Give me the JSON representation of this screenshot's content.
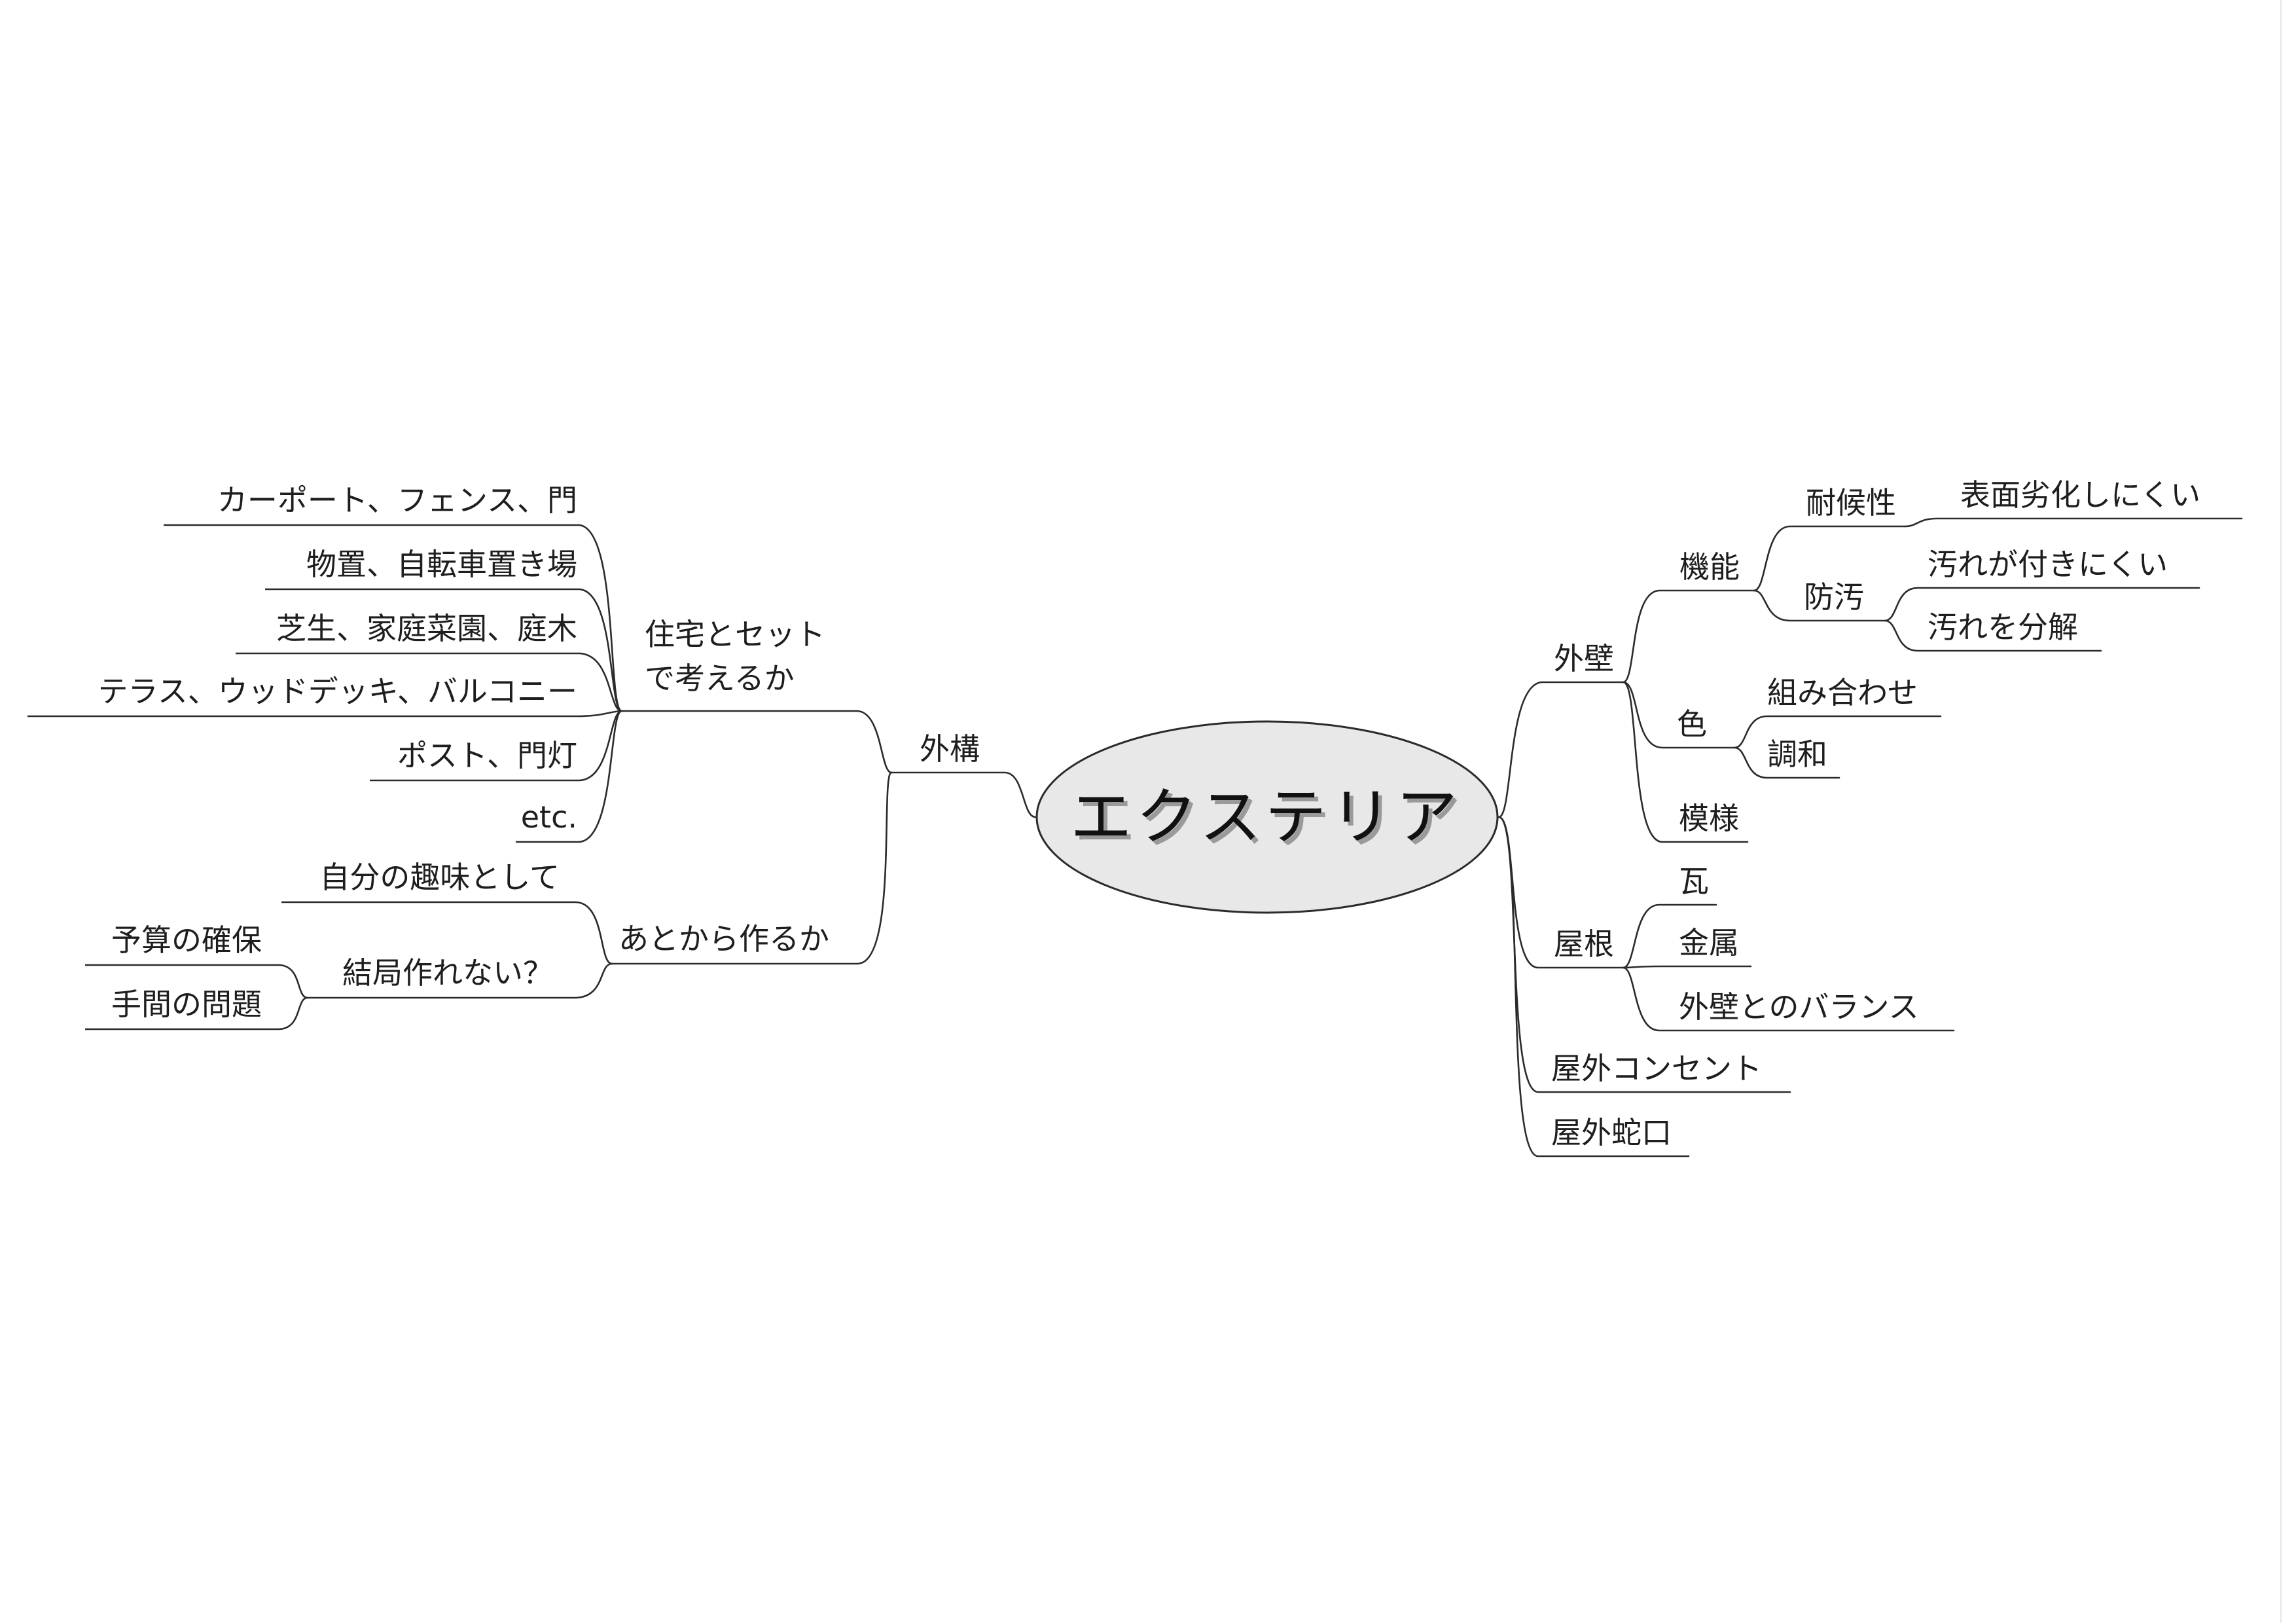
{
  "center": {
    "label": "エクステリア"
  },
  "left": {
    "branch": "外構",
    "housing_group": {
      "line1": "住宅とセット",
      "line2": "で考えるか",
      "items": [
        "カーポート、フェンス、門",
        "物置、自転車置き場",
        "芝生、家庭菜園、庭木",
        "テラス、ウッドデッキ、バルコニー",
        "ポスト、門灯",
        "etc."
      ]
    },
    "later_group": {
      "label": "あとから作るか",
      "hobby": "自分の趣味として",
      "cant_build": {
        "label": "結局作れない？",
        "items": [
          "予算の確保",
          "手間の問題"
        ]
      }
    }
  },
  "right": {
    "wall": {
      "label": "外壁",
      "function": {
        "label": "機能",
        "durability": {
          "label": "耐候性",
          "items": [
            "表面劣化しにくい"
          ]
        },
        "antifouling": {
          "label": "防汚",
          "items": [
            "汚れが付きにくい",
            "汚れを分解"
          ]
        }
      },
      "color": {
        "label": "色",
        "items": [
          "組み合わせ",
          "調和"
        ]
      },
      "pattern": "模様"
    },
    "roof": {
      "label": "屋根",
      "items": [
        "瓦",
        "金属",
        "外壁とのバランス"
      ]
    },
    "outlet": "屋外コンセント",
    "faucet": "屋外蛇口"
  }
}
